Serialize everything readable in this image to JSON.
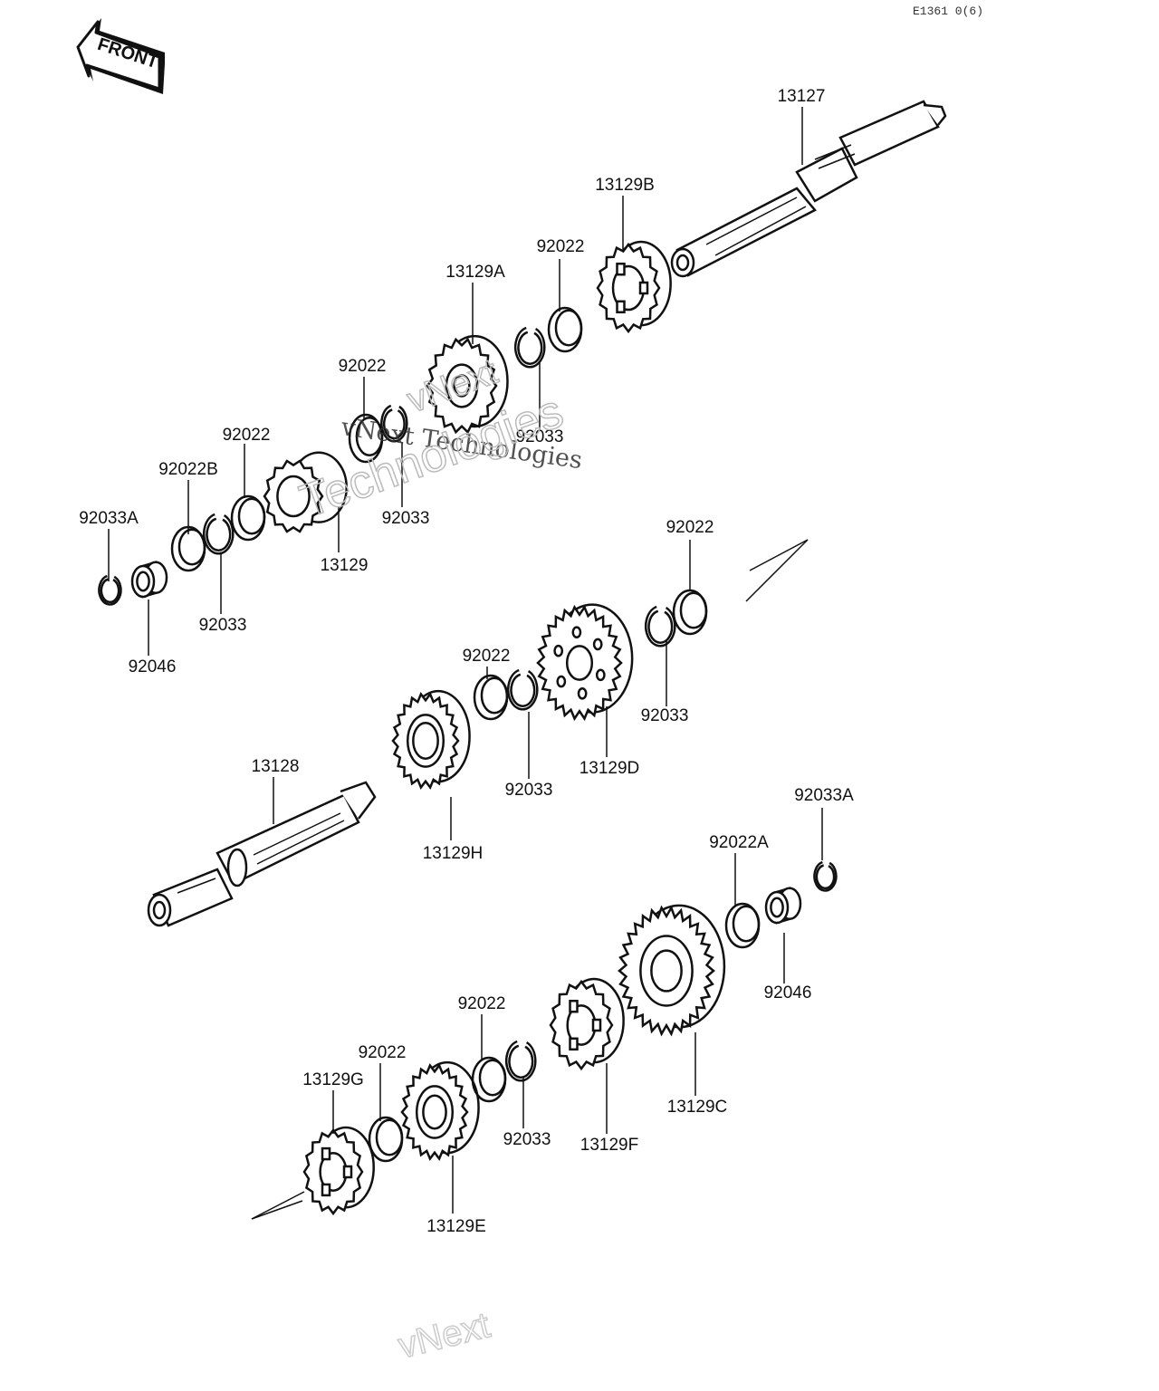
{
  "diagram": {
    "ref_code": "E1361 0(6)",
    "front_label": "FRONT",
    "watermark": {
      "line1": "vNext Technologies",
      "line2": "vNext",
      "line3": "Technologies",
      "bottom": "vNext"
    },
    "colors": {
      "ink": "#111111",
      "paper": "#ffffff",
      "watermark": "#c8c8c8"
    },
    "parts": [
      {
        "id": "p-13127",
        "label": "13127"
      },
      {
        "id": "p-13129B",
        "label": "13129B"
      },
      {
        "id": "p-92022-a",
        "label": "92022"
      },
      {
        "id": "p-13129A",
        "label": "13129A"
      },
      {
        "id": "p-92022-b",
        "label": "92022"
      },
      {
        "id": "p-92033-a",
        "label": "92033"
      },
      {
        "id": "p-92022-c",
        "label": "92022"
      },
      {
        "id": "p-92022B",
        "label": "92022B"
      },
      {
        "id": "p-92033A-a",
        "label": "92033A"
      },
      {
        "id": "p-92033-b",
        "label": "92033"
      },
      {
        "id": "p-13129",
        "label": "13129"
      },
      {
        "id": "p-92033-c",
        "label": "92033"
      },
      {
        "id": "p-92046-a",
        "label": "92046"
      },
      {
        "id": "p-92022-d",
        "label": "92022"
      },
      {
        "id": "p-92022-e",
        "label": "92022"
      },
      {
        "id": "p-92033-d",
        "label": "92033"
      },
      {
        "id": "p-13129D",
        "label": "13129D"
      },
      {
        "id": "p-92033-e",
        "label": "92033"
      },
      {
        "id": "p-13128",
        "label": "13128"
      },
      {
        "id": "p-13129H",
        "label": "13129H"
      },
      {
        "id": "p-92033A-b",
        "label": "92033A"
      },
      {
        "id": "p-92022A",
        "label": "92022A"
      },
      {
        "id": "p-92046-b",
        "label": "92046"
      },
      {
        "id": "p-92022-f",
        "label": "92022"
      },
      {
        "id": "p-92022-g",
        "label": "92022"
      },
      {
        "id": "p-13129G",
        "label": "13129G"
      },
      {
        "id": "p-92033-f",
        "label": "92033"
      },
      {
        "id": "p-13129F",
        "label": "13129F"
      },
      {
        "id": "p-13129C",
        "label": "13129C"
      },
      {
        "id": "p-13129E",
        "label": "13129E"
      }
    ]
  }
}
